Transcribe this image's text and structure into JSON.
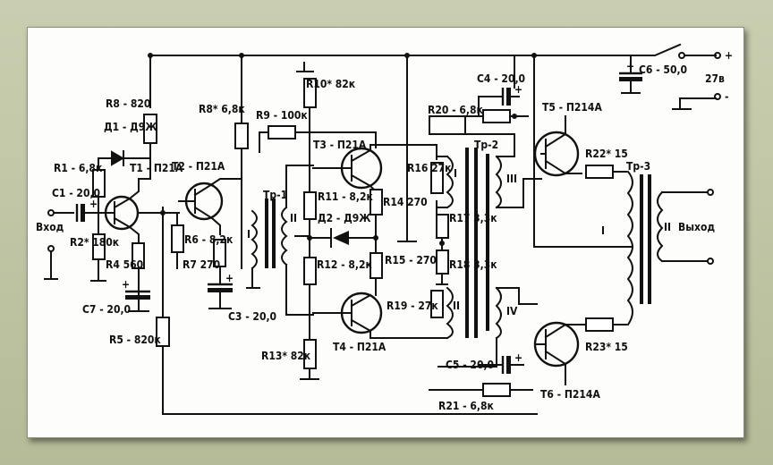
{
  "labels": {
    "R8": "R8 - 820",
    "D1": "Д1 - Д9Ж",
    "R1": "R1 - 6,8к",
    "C1": "C1 - 20,0",
    "T1": "T1 - П21А",
    "input": "Вход",
    "R2": "R2* 180к",
    "R4": "R4 560",
    "C7": "C7 - 20,0",
    "R5": "R5 - 820к",
    "R6": "R6 - 8,2к",
    "R7": "R7 270",
    "T2": "T2 - П21А",
    "R8star": "R8* 6,8к",
    "R9": "R9 - 100к",
    "C3": "C3 - 20,0",
    "Tr1": "Tр-1",
    "R10": "R10* 82к",
    "T3": "T3 - П21А",
    "R11": "R11 - 8,2к",
    "D2": "Д2 - Д9Ж",
    "R14": "R14 270",
    "R12": "R12 - 8,2к",
    "R15": "R15 - 270",
    "R19": "R19 - 27к",
    "T4": "T4 - П21А",
    "R13": "R13* 82к",
    "R16": "R16 27к",
    "R17": "R17 3,3к",
    "R18": "R18 3,3к",
    "R20": "R20 - 6,8к",
    "C4": "C4 - 20,0",
    "Tr2": "Tр-2",
    "T5": "T5 - П214А",
    "R22": "R22* 15",
    "Tr3": "Tр-3",
    "C6": "C6 - 50,0",
    "V27": "27в",
    "output": "Выход",
    "T6": "T6 - П214А",
    "R23": "R23* 15",
    "C5": "C5 - 20,0",
    "R21": "R21 - 6,8к"
  },
  "winding_labels": {
    "tr1_I": "I",
    "tr1_II": "II",
    "tr2_I": "I",
    "tr2_II": "II",
    "tr2_III": "III",
    "tr2_IV": "IV",
    "tr3_I": "I",
    "tr3_II": "II"
  },
  "polarity": {
    "plus": "+",
    "minus": "-"
  },
  "colors": {
    "ink": "#111111",
    "paper": "#fdfdfb",
    "frame": "#bfc4a4"
  }
}
